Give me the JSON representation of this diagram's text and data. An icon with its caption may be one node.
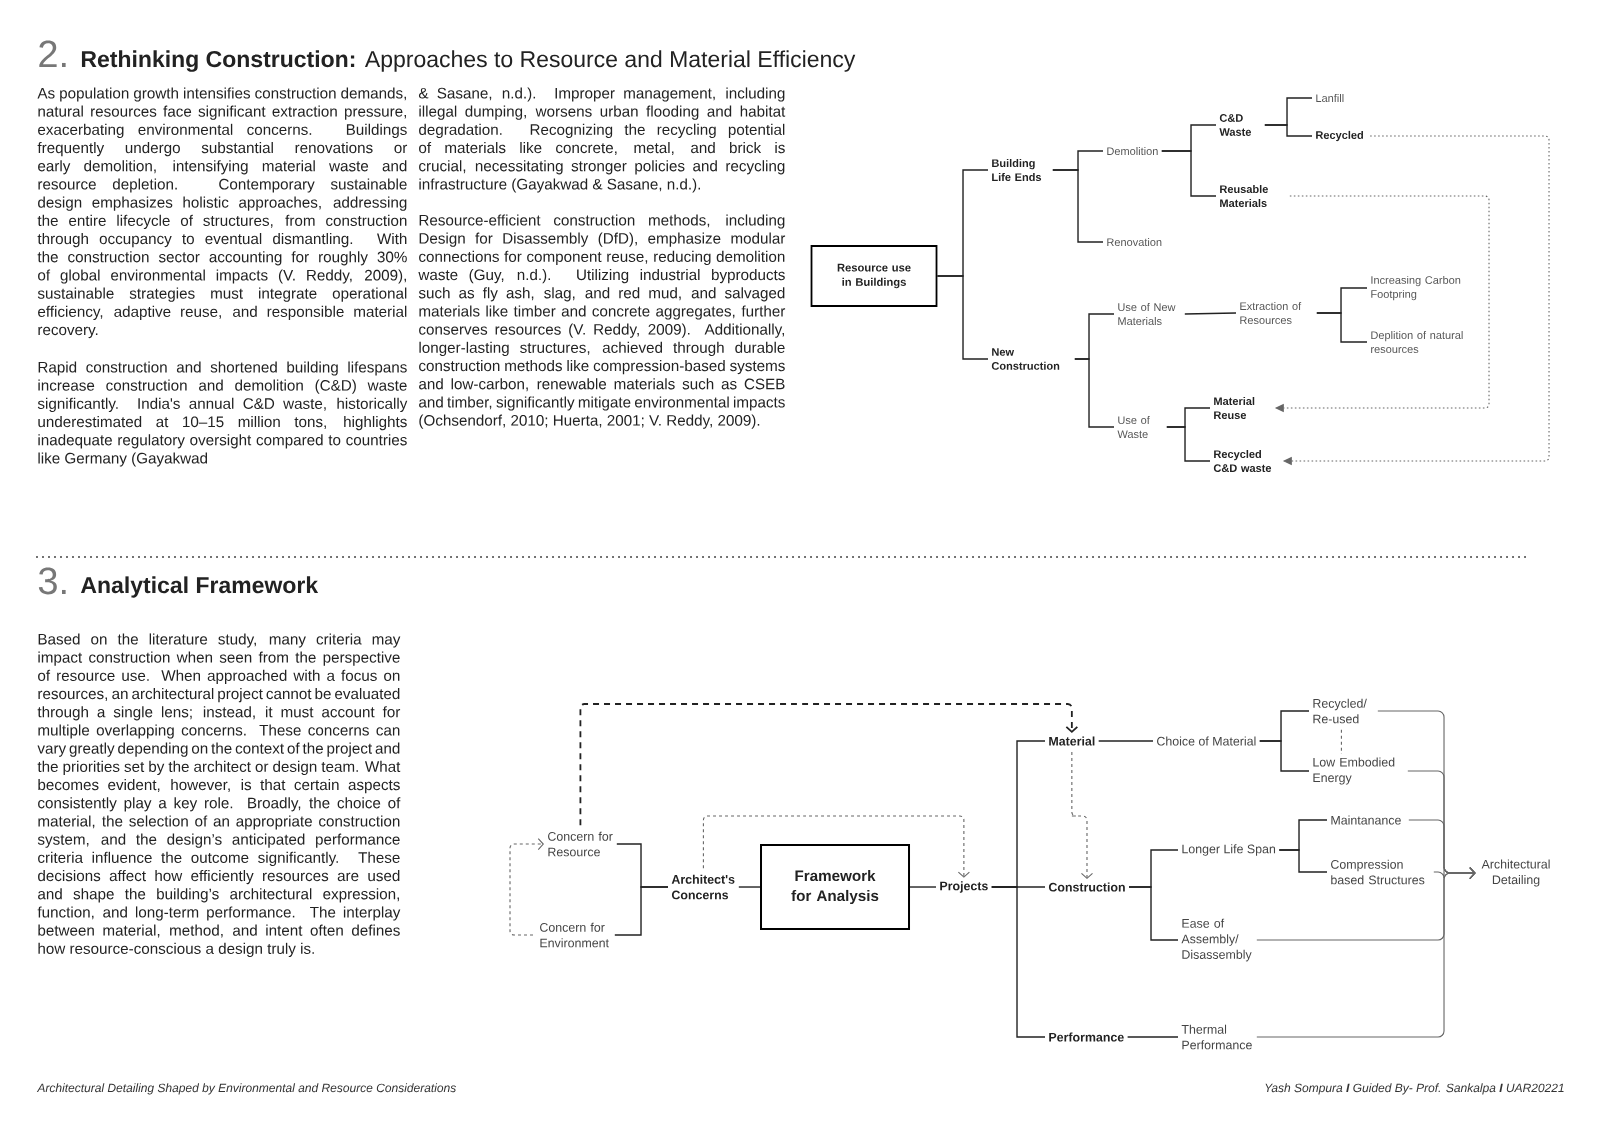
{
  "diagram": {
    "nodes": [
      {
        "text": [
          "Resource use in Buildings"
        ]
      },
      {
        "text": [
          "Building Life Ends"
        ]
      },
      {
        "text": [
          "New Construction"
        ]
      },
      {
        "text": [
          "Demolition"
        ]
      },
      {
        "text": [
          "Renovation"
        ]
      },
      {
        "text": [
          "C&D Waste"
        ]
      },
      {
        "text": [
          "Reusable Materials"
        ]
      },
      {
        "text": [
          "Lanfill"
        ]
      },
      {
        "text": [
          "Recycled"
        ]
      },
      {
        "text": [
          "Use of New Materials"
        ]
      },
      {
        "text": [
          "Use of Waste"
        ]
      },
      {
        "text": [
          "Extraction of Resources"
        ]
      },
      {
        "text": [
          "Increasing Carbon Footpring"
        ]
      },
      {
        "text": [
          "Deplition of natural resources"
        ]
      },
      {
        "text": [
          "Material Reuse"
        ]
      },
      {
        "text": [
          "Recycled C&D waste"
        ]
      },
      {
        "text": [
          "Concern for Resource"
        ]
      },
      {
        "text": [
          "Concern for Environment"
        ]
      },
      {
        "text": [
          "Architect's Concerns"
        ]
      },
      {
        "text": [
          "Framework for Analysis"
        ]
      },
      {
        "text": [
          "Projects"
        ]
      },
      {
        "text": [
          "Material"
        ]
      },
      {
        "text": [
          "Construction"
        ]
      },
      {
        "text": [
          "Performance"
        ]
      },
      {
        "text": [
          "Choice of Material"
        ]
      },
      {
        "text": [
          "Recycled/ Re-used"
        ]
      },
      {
        "text": [
          "Low Embodied Energy"
        ]
      },
      {
        "text": [
          "Longer Life Span"
        ]
      },
      {
        "text": [
          "Maintanance"
        ]
      },
      {
        "text": [
          "Compression based Structures"
        ]
      },
      {
        "text": [
          "Ease of Assembly/ Disassembly"
        ]
      },
      {
        "text": [
          "Thermal Performance"
        ]
      },
      {
        "text": [
          "Architectural Detailing"
        ]
      }
    ],
    "edges": [
      {
        "from": 0,
        "to": 1,
        "arrow": "none"
      },
      {
        "from": 0,
        "to": 2,
        "arrow": "none"
      },
      {
        "from": 1,
        "to": 3,
        "arrow": "none"
      },
      {
        "from": 1,
        "to": 4,
        "arrow": "none"
      },
      {
        "from": 3,
        "to": 5,
        "arrow": "none"
      },
      {
        "from": 3,
        "to": 6,
        "arrow": "none"
      },
      {
        "from": 5,
        "to": 7,
        "arrow": "none"
      },
      {
        "from": 5,
        "to": 8,
        "arrow": "none"
      },
      {
        "from": 2,
        "to": 9,
        "arrow": "none"
      },
      {
        "from": 2,
        "to": 10,
        "arrow": "none"
      },
      {
        "from": 9,
        "to": 11,
        "arrow": "none"
      },
      {
        "from": 11,
        "to": 12,
        "arrow": "none"
      },
      {
        "from": 11,
        "to": 13,
        "arrow": "none"
      },
      {
        "from": 10,
        "to": 14,
        "arrow": "none"
      },
      {
        "from": 10,
        "to": 15,
        "arrow": "none"
      },
      {
        "from": 6,
        "to": 14,
        "arrow": "to",
        "style": "dashed",
        "color": "#666666"
      },
      {
        "from": 8,
        "to": 15,
        "arrow": "to",
        "style": "dashed",
        "color": "#666666"
      },
      {
        "from": 16,
        "to": 18,
        "arrow": "none"
      },
      {
        "from": 17,
        "to": 18,
        "arrow": "none"
      },
      {
        "from": 18,
        "to": 19,
        "arrow": "none"
      },
      {
        "from": 19,
        "to": 20,
        "arrow": "none"
      },
      {
        "from": 20,
        "to": 21,
        "arrow": "none"
      },
      {
        "from": 20,
        "to": 22,
        "arrow": "none"
      },
      {
        "from": 20,
        "to": 23,
        "arrow": "none"
      },
      {
        "from": 21,
        "to": 24,
        "arrow": "none"
      },
      {
        "from": 24,
        "to": 25,
        "arrow": "none"
      },
      {
        "from": 24,
        "to": 26,
        "arrow": "none"
      },
      {
        "from": 22,
        "to": 27,
        "arrow": "none"
      },
      {
        "from": 22,
        "to": 30,
        "arrow": "none"
      },
      {
        "from": 27,
        "to": 28,
        "arrow": "none"
      },
      {
        "from": 27,
        "to": 29,
        "arrow": "none"
      },
      {
        "from": 23,
        "to": 31,
        "arrow": "none"
      },
      {
        "from": 25,
        "to": 32,
        "arrow": "to",
        "color": "#666666"
      },
      {
        "from": 26,
        "to": 32,
        "arrow": "to",
        "color": "#666666"
      },
      {
        "from": 28,
        "to": 32,
        "arrow": "to",
        "color": "#666666"
      },
      {
        "from": 29,
        "to": 32,
        "arrow": "to",
        "color": "#666666"
      },
      {
        "from": 30,
        "to": 32,
        "arrow": "to",
        "color": "#666666"
      },
      {
        "from": 31,
        "to": 32,
        "arrow": "to",
        "color": "#666666"
      },
      {
        "from": 17,
        "to": 16,
        "arrow": "to",
        "style": "dashed",
        "color": "#666666"
      },
      {
        "from": 16,
        "to": 21,
        "arrow": "to",
        "style": "dashed"
      },
      {
        "from": 18,
        "to": 20,
        "arrow": "to",
        "style": "dashed",
        "color": "#666666"
      },
      {
        "from": 21,
        "to": 22,
        "arrow": "to",
        "style": "dashed",
        "color": "#666666"
      },
      {
        "from": 25,
        "to": 26,
        "arrow": "none",
        "style": "dashed",
        "color": "#666666"
      }
    ],
    "labels": [
      "2.",
      "**Rethinking Construction:** Approaches to Resource and Material Efficiency",
      "As population growth intensifies construction demands, natural resources face significant extraction pressure, exacerbating environmental concerns. Buildings frequently undergo substantial renovations or early demolition, intensifying material waste and resource depletion. Contemporary sustainable design emphasizes holistic approaches, addressing the entire lifecycle of structures, from construction through occupancy to eventual dismantling. With the construction sector accounting for roughly 30% of global environmental impacts (V. Reddy, 2009), sustainable strategies must integrate operational efficiency, adaptive reuse, and responsible material recovery.",
      "Rapid construction and shortened building lifespans increase construction and demolition (C&D) waste significantly. India's annual C&D waste, historically underestimated at 10–15 million tons, highlights inadequate regulatory oversight compared to countries like Germany (Gayakwad",
      "& Sasane, n.d.). Improper management, including illegal dumping, worsens urban flooding and habitat degradation. Recognizing the recycling potential of materials like concrete, metal, and brick is crucial, necessitating stronger policies and recycling infrastructure (Gayakwad & Sasane, n.d.).",
      "Resource-efficient construction methods, including Design for Disassembly (DfD), emphasize modular connections for component reuse, reducing demolition waste (Guy, n.d.). Utilizing industrial byproducts such as fly ash, slag, and red mud, and salvaged materials like timber and concrete aggregates, further conserves resources (V. Reddy, 2009). Additionally, longer-lasting structures, achieved through durable construction methods like compression-based systems and low-carbon, renewable materials such as CSEB and timber, significantly mitigate environmental impacts (Ochsendorf, 2010; Huerta, 2001; V. Reddy, 2009).",
      "3.",
      "Analytical Framework",
      "Based on the literature study, many criteria may impact construction when seen from the perspective of resource use. When approached with a focus on resources, an architectural project cannot be evaluated through a single lens; instead, it must account for multiple overlapping concerns. These concerns can vary greatly depending on the context of the project and the priorities set by the architect or design team. What becomes evident, however, is that certain aspects consistently play a key role. Broadly, the choice of material, the selection of an appropriate construction system, and the design’s anticipated performance criteria influence the outcome significantly. These decisions affect how efficiently resources are used and shape the building’s architectural expression, function, and long-term performance. The interplay between material, method, and intent often defines how resource-conscious a design truly is.",
      "Architectural Detailing Shaped by Environmental and Resource Considerations",
      "Yash Sompura **I** Guided By- Prof. Sankalpa **I** UAR20221"
    ]
  }
}
